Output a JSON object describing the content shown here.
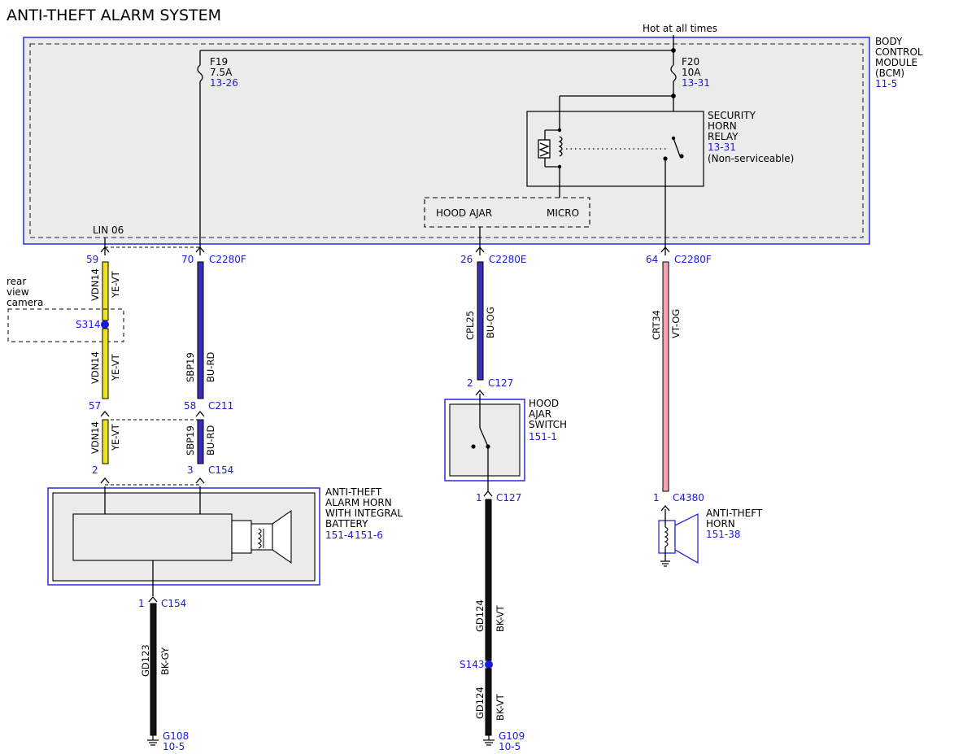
{
  "title": "ANTI-THEFT ALARM SYSTEM",
  "power": {
    "label": "Hot at all times"
  },
  "bcm": {
    "lines": [
      "BODY",
      "CONTROL",
      "MODULE",
      "(BCM)"
    ],
    "ref": "11-5"
  },
  "fuses": [
    {
      "name": "F19",
      "rating": "7.5A",
      "ref": "13-26"
    },
    {
      "name": "F20",
      "rating": "10A",
      "ref": "13-31"
    }
  ],
  "relay": {
    "lines": [
      "SECURITY",
      "HORN",
      "RELAY"
    ],
    "ref": "13-31",
    "note": "(Non-serviceable)"
  },
  "micro": {
    "input": "HOOD AJAR",
    "label": "MICRO"
  },
  "lin": "LIN 06",
  "connectors": [
    {
      "pin": "59",
      "name": ""
    },
    {
      "pin": "70",
      "name": "C2280F"
    },
    {
      "pin": "26",
      "name": "C2280E"
    },
    {
      "pin": "64",
      "name": "C2280F"
    },
    {
      "pin": "57",
      "name": ""
    },
    {
      "pin": "58",
      "name": "C211"
    },
    {
      "pin": "2",
      "name": ""
    },
    {
      "pin": "3",
      "name": "C154"
    },
    {
      "pin": "2",
      "name": "C127"
    },
    {
      "pin": "1",
      "name": "C127"
    },
    {
      "pin": "1",
      "name": "C4380"
    },
    {
      "pin": "1",
      "name": "C154"
    }
  ],
  "wires": [
    {
      "circuit": "VDN14",
      "color": "YE-VT"
    },
    {
      "circuit": "VDN14",
      "color": "YE-VT"
    },
    {
      "circuit": "VDN14",
      "color": "YE-VT"
    },
    {
      "circuit": "SBP19",
      "color": "BU-RD"
    },
    {
      "circuit": "SBP19",
      "color": "BU-RD"
    },
    {
      "circuit": "CPL25",
      "color": "BU-OG"
    },
    {
      "circuit": "CRT34",
      "color": "VT-OG"
    },
    {
      "circuit": "GD123",
      "color": "BK-GY"
    },
    {
      "circuit": "GD124",
      "color": "BK-VT"
    },
    {
      "circuit": "GD124",
      "color": "BK-VT"
    }
  ],
  "splices": [
    {
      "name": "S314"
    },
    {
      "name": "S143"
    }
  ],
  "camera": {
    "lines": [
      "rear",
      "view",
      "camera"
    ]
  },
  "alarm_horn": {
    "lines": [
      "ANTI-THEFT",
      "ALARM HORN",
      "WITH INTEGRAL",
      "BATTERY"
    ],
    "ref1": "151-4",
    "ref2": "151-6"
  },
  "hood_switch": {
    "lines": [
      "HOOD",
      "AJAR",
      "SWITCH"
    ],
    "ref": "151-1"
  },
  "antitheft_horn": {
    "lines": [
      "ANTI-THEFT",
      "HORN"
    ],
    "ref": "151-38"
  },
  "grounds": [
    {
      "name": "G108",
      "ref": "10-5"
    },
    {
      "name": "G109",
      "ref": "10-5"
    }
  ],
  "colors": {
    "ye_vt": "#f2e21d",
    "bu_rd": "#3b2fb8",
    "bu_og": "#3a2fb5",
    "vt_og": "#f2a3b5",
    "bk": "#111111",
    "ref_blue": "#1a1adb",
    "module_fill": "#ebebeb"
  }
}
